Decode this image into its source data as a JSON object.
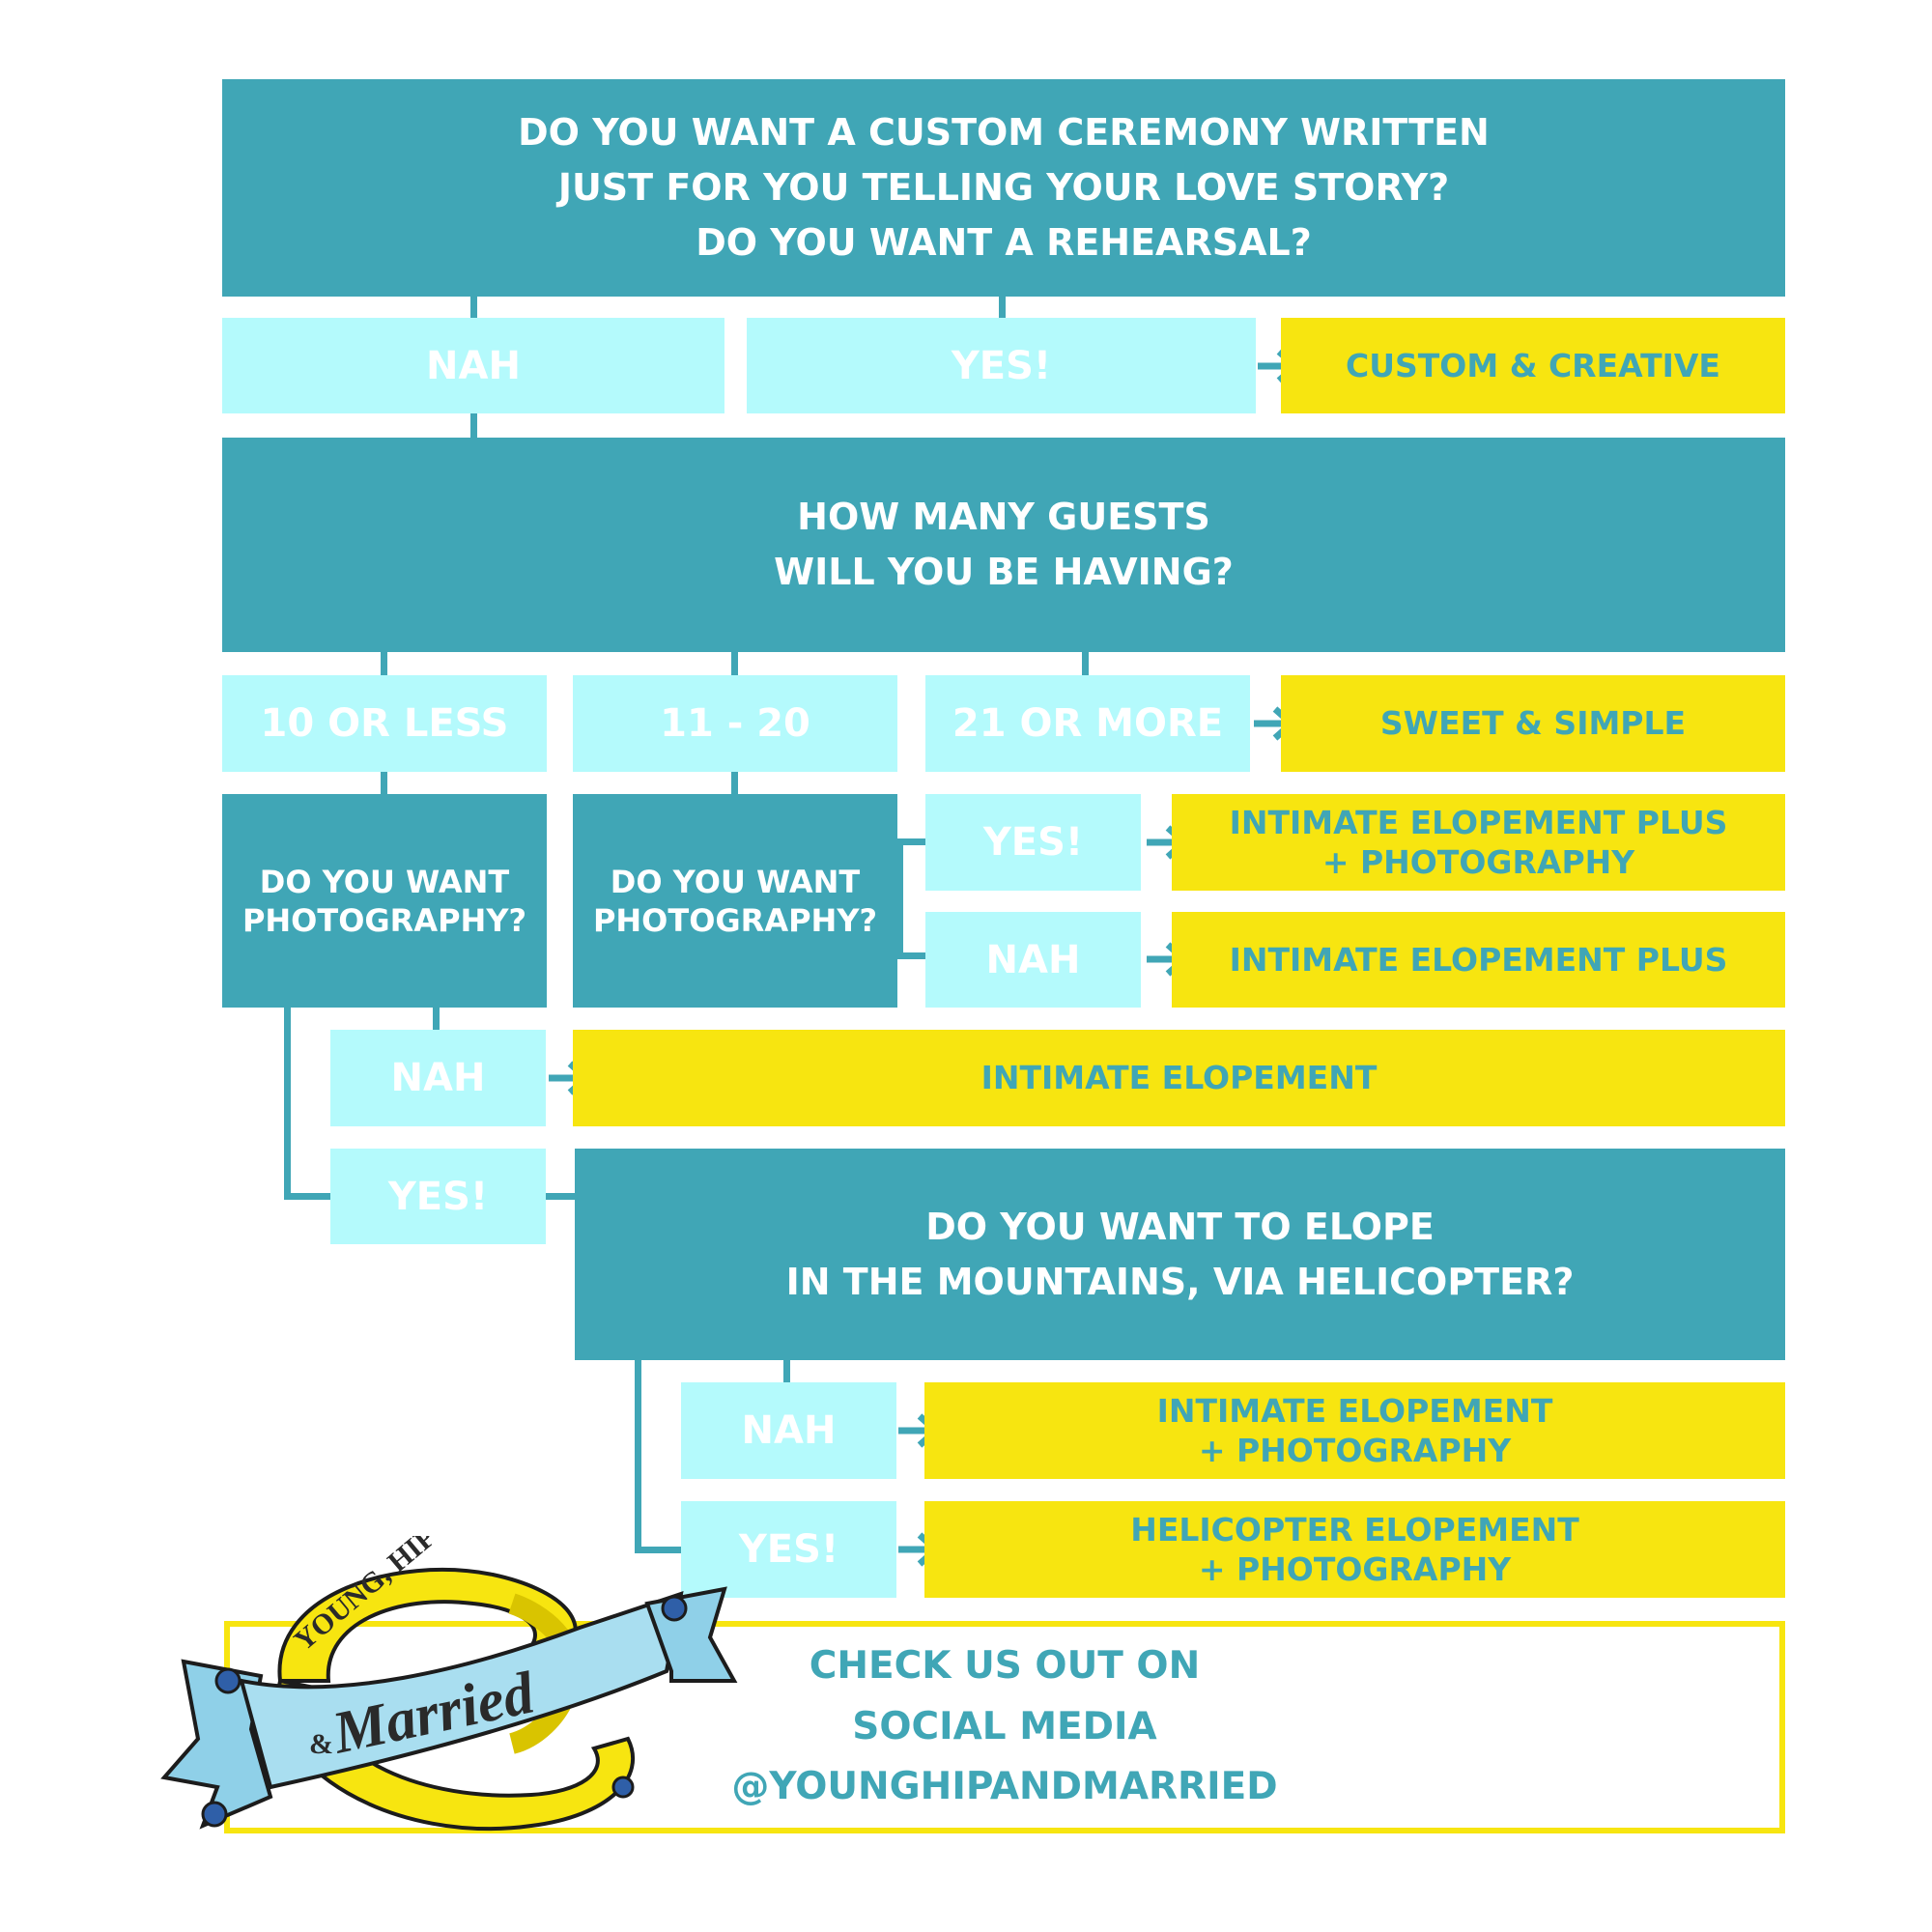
{
  "q1": {
    "lines": [
      "DO YOU WANT A CUSTOM CEREMONY WRITTEN",
      "JUST FOR YOU TELLING YOUR LOVE STORY?",
      "DO YOU WANT A REHEARSAL?"
    ]
  },
  "a1_no": "NAH",
  "a1_yes": "YES!",
  "r_custom": "CUSTOM & CREATIVE",
  "q2": {
    "lines": [
      "HOW MANY GUESTS",
      "WILL YOU BE HAVING?"
    ]
  },
  "guests": {
    "small": "10 OR LESS",
    "mid": "11 - 20",
    "large": "21 OR MORE"
  },
  "r_sweet": "SWEET & SIMPLE",
  "q_photo": {
    "lines": [
      "DO YOU WANT",
      "PHOTOGRAPHY?"
    ]
  },
  "mid_yes": "YES!",
  "mid_no": "NAH",
  "r_iep_photo": {
    "lines": [
      "INTIMATE ELOPEMENT PLUS",
      "+ PHOTOGRAPHY"
    ]
  },
  "r_iep": "INTIMATE ELOPEMENT PLUS",
  "small_no": "NAH",
  "small_yes": "YES!",
  "r_ie": "INTIMATE ELOPEMENT",
  "q_heli": {
    "lines": [
      "DO YOU WANT TO ELOPE",
      "IN THE MOUNTAINS, VIA HELICOPTER?"
    ]
  },
  "heli_no": "NAH",
  "heli_yes": "YES!",
  "r_ie_photo": {
    "lines": [
      "INTIMATE ELOPEMENT",
      "+ PHOTOGRAPHY"
    ]
  },
  "r_heli_photo": {
    "lines": [
      "HELICOPTER ELOPEMENT",
      "+ PHOTOGRAPHY"
    ]
  },
  "social": {
    "lines": [
      "CHECK US OUT ON",
      "SOCIAL MEDIA",
      "@YOUNGHIPANDMARRIED"
    ]
  },
  "logo": {
    "top_text": "YOUNG, HIP",
    "amp": "&",
    "bottom_text": "Married"
  },
  "colors": {
    "question": "#40a6b6",
    "answer": "#b4fafc",
    "result": "#f7e510",
    "line": "#40a6b6"
  }
}
